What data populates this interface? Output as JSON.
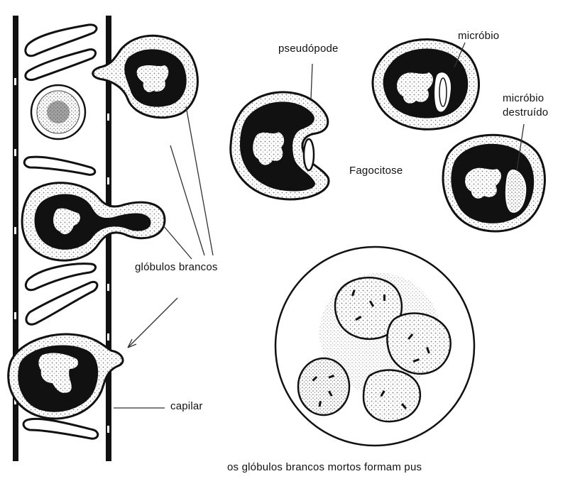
{
  "labels": {
    "pseudopod": "pseudópode",
    "microbe": "micróbio",
    "microbe_destroyed_line1": "micróbio",
    "microbe_destroyed_line2": "destruído",
    "phagocytosis": "Fagocitose",
    "white_cells": "glóbulos brancos",
    "capillary": "capilar",
    "pus_caption": "os glóbulos brancos mortos formam pus"
  },
  "colors": {
    "ink": "#111111",
    "stipple": "#8a8a8a",
    "background": "#ffffff"
  }
}
